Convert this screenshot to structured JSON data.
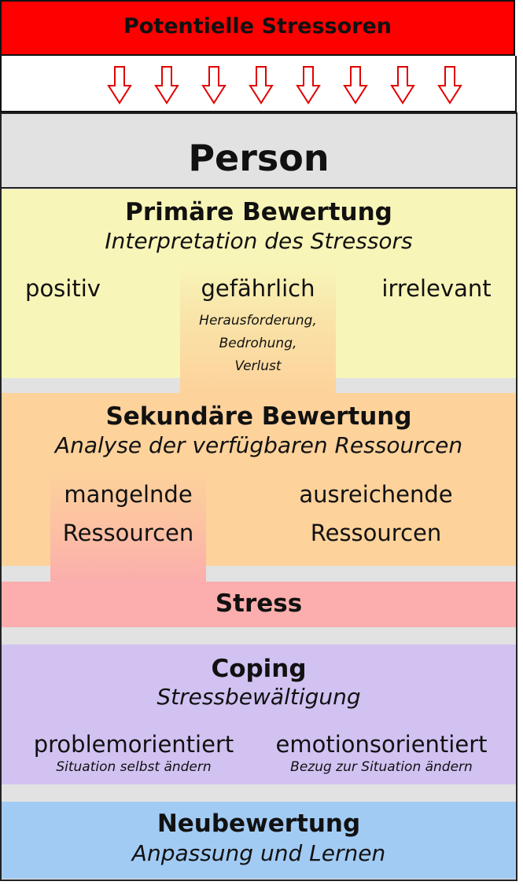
{
  "header": {
    "title": "Potentielle Stressoren"
  },
  "arrows": {
    "count": 8,
    "stroke_color": "#e00000"
  },
  "person": {
    "title": "Person"
  },
  "primary": {
    "title": "Primäre Bewertung",
    "subtitle": "Interpretation des Stressors",
    "options": [
      "positiv",
      "gefährlich",
      "irrelevant"
    ],
    "danger_types": [
      "Herausforderung,",
      "Bedrohung,",
      "Verlust"
    ]
  },
  "secondary": {
    "title": "Sekundäre Bewertung",
    "subtitle": "Analyse der verfügbaren Ressourcen",
    "insufficient": [
      "mangelnde",
      "Ressourcen"
    ],
    "sufficient": [
      "ausreichende",
      "Ressourcen"
    ]
  },
  "stress": {
    "title": "Stress"
  },
  "coping": {
    "title": "Coping",
    "subtitle": "Stressbewältigung",
    "problem": {
      "label": "problemorientiert",
      "note": "Situation selbst ändern"
    },
    "emotion": {
      "label": "emotionsorientiert",
      "note": "Bezug zur Situation ändern"
    }
  },
  "neubewertung": {
    "title": "Neubewertung",
    "subtitle": "Anpassung und Lernen"
  },
  "colors": {
    "header": "#ff0000",
    "person": "#e2e2e2",
    "primary": "#f8f5b8",
    "secondary": "#fdd29b",
    "stress": "#fbaead",
    "coping": "#d2c2f2",
    "neubewertung": "#a2cbf4"
  }
}
